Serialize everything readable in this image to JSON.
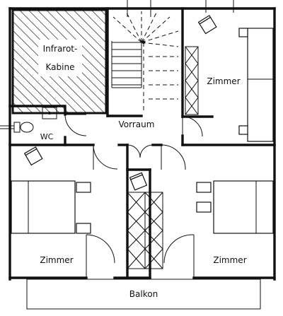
{
  "plan": {
    "rooms": {
      "infrared_cabin_line1": "Infrarot-",
      "infrared_cabin_line2": "Kabine",
      "room_top_right": "Zimmer",
      "hallway": "Vorraum",
      "wc": "WC",
      "room_bottom_left": "Zimmer",
      "room_bottom_right": "Zimmer",
      "balcony": "Balkon"
    }
  }
}
